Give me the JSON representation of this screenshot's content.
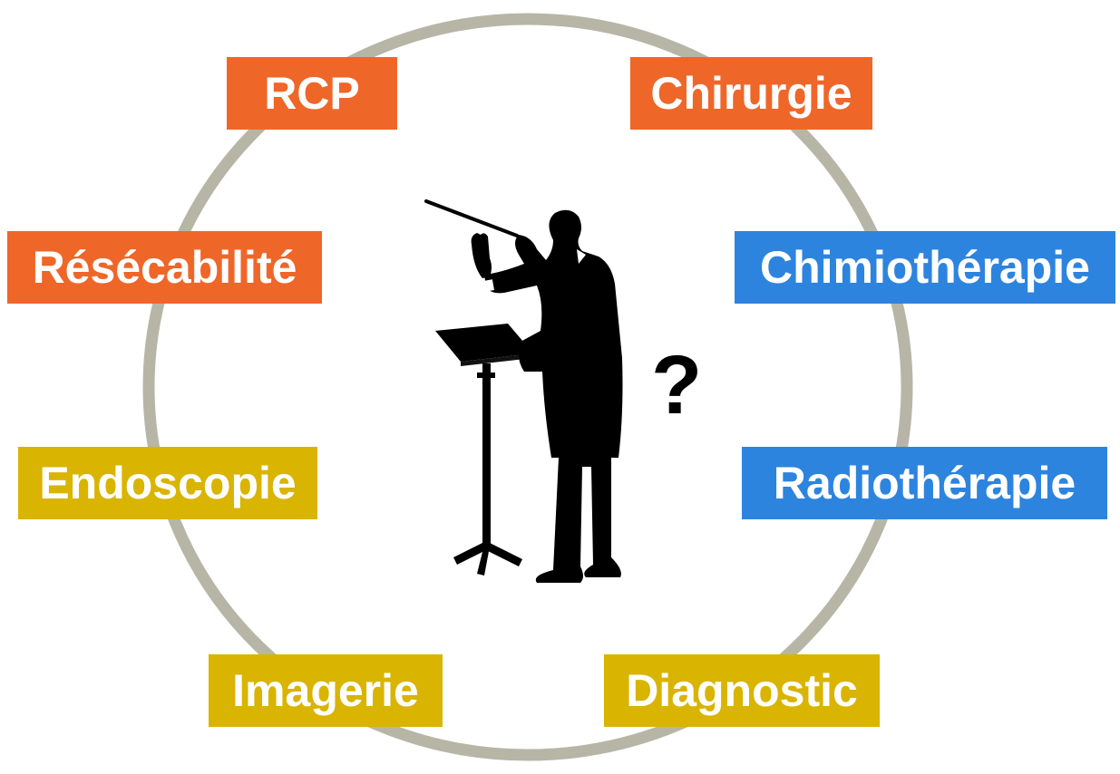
{
  "diagram": {
    "ring_color": "#b7b6a6",
    "center": {
      "question_mark": "?",
      "figure_icon": "orchestra-conductor-silhouette-icon"
    },
    "nodes": [
      {
        "id": "rcp",
        "label": "RCP",
        "color": "#ef6629"
      },
      {
        "id": "chirurgie",
        "label": "Chirurgie",
        "color": "#ef6629"
      },
      {
        "id": "resecabilite",
        "label": "Résécabilité",
        "color": "#ef6629"
      },
      {
        "id": "chimiotherapie",
        "label": "Chimiothérapie",
        "color": "#2d84df"
      },
      {
        "id": "endoscopie",
        "label": "Endoscopie",
        "color": "#d9b400"
      },
      {
        "id": "radiotherapie",
        "label": "Radiothérapie",
        "color": "#2d84df"
      },
      {
        "id": "imagerie",
        "label": "Imagerie",
        "color": "#d9b400"
      },
      {
        "id": "diagnostic",
        "label": "Diagnostic",
        "color": "#d9b400"
      }
    ]
  }
}
